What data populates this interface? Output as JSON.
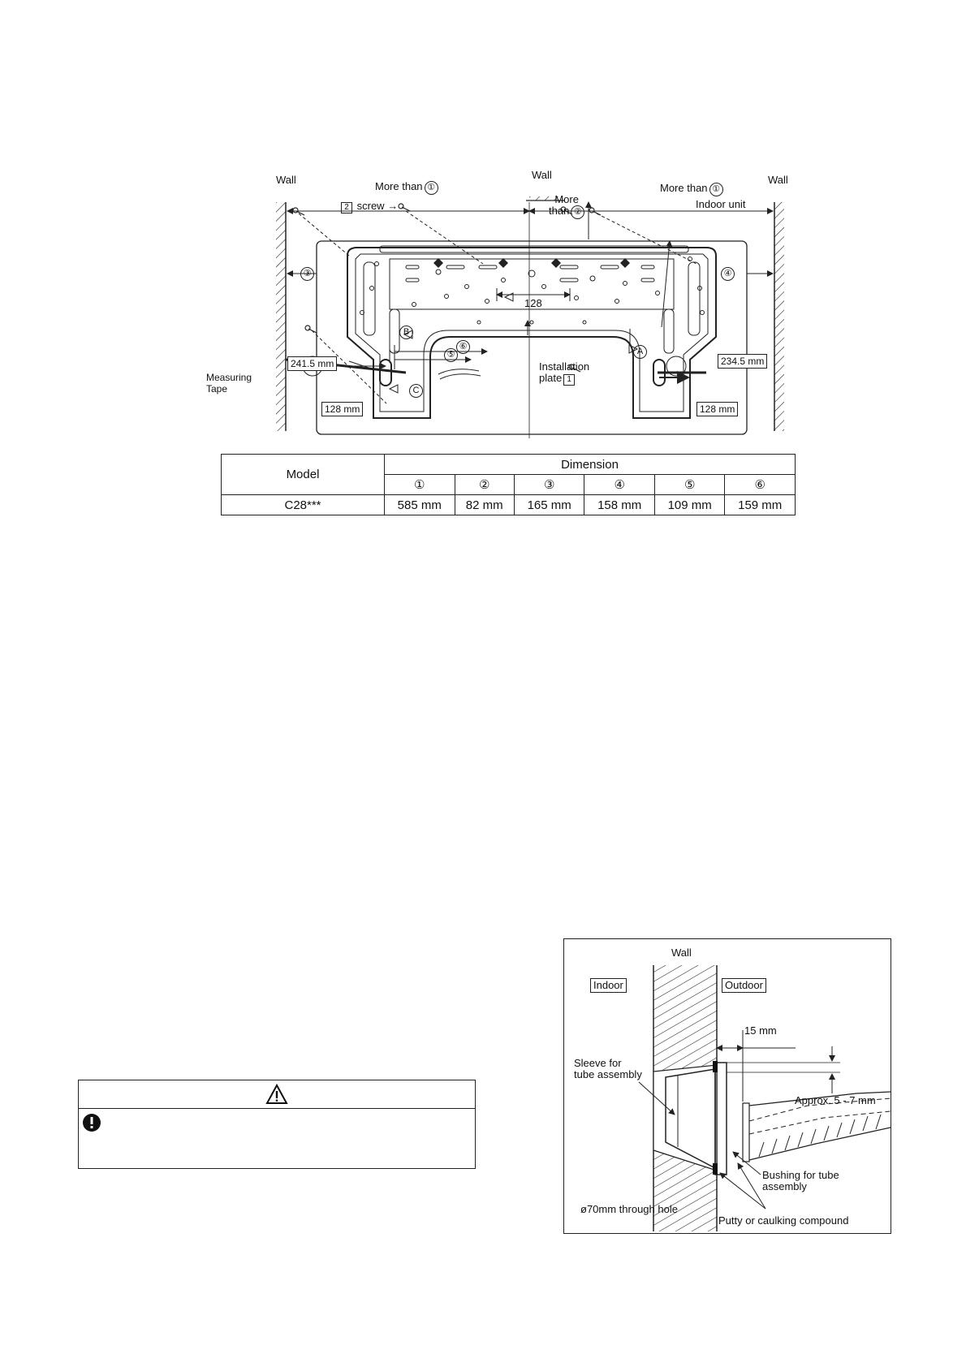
{
  "figure1": {
    "labels": {
      "wall_left": "Wall",
      "wall_center": "Wall",
      "wall_right": "Wall",
      "more_than_left": "More than",
      "more_than_left_num": "①",
      "more_than_right": "More than",
      "more_than_right_num": "①",
      "more_than_center_1": "More",
      "more_than_center_2": "than",
      "more_than_center_num": "②",
      "screw_num": "2",
      "screw": "screw",
      "indoor_unit": "Indoor unit",
      "dim3": "③",
      "dim4": "④",
      "dim5": "⑤",
      "dim6": "⑥",
      "dim128_center": "128",
      "letter_a": "A",
      "letter_b": "B",
      "letter_c": "C",
      "installation_1": "Installation",
      "installation_2": "plate",
      "installation_num": "1",
      "measuring_1": "Measuring",
      "measuring_2": "Tape",
      "left_241": "241.5 mm",
      "left_128": "128 mm",
      "right_234": "234.5 mm",
      "right_128": "128 mm"
    }
  },
  "table": {
    "model_header": "Model",
    "dimension_header": "Dimension",
    "columns": [
      "①",
      "②",
      "③",
      "④",
      "⑤",
      "⑥"
    ],
    "rows": [
      {
        "model": "C28***",
        "values": [
          "585 mm",
          "82 mm",
          "165 mm",
          "158 mm",
          "109 mm",
          "159 mm"
        ]
      }
    ]
  },
  "figure2": {
    "labels": {
      "wall": "Wall",
      "indoor": "Indoor",
      "outdoor": "Outdoor",
      "dim15": "15 mm",
      "sleeve_1": "Sleeve for",
      "sleeve_2": "tube assembly",
      "approx": "Approx. 5 - 7 mm",
      "bushing_1": "Bushing for tube",
      "bushing_2": "assembly",
      "through_hole": "ø70mm through hole",
      "putty": "Putty or caulking compound"
    }
  }
}
